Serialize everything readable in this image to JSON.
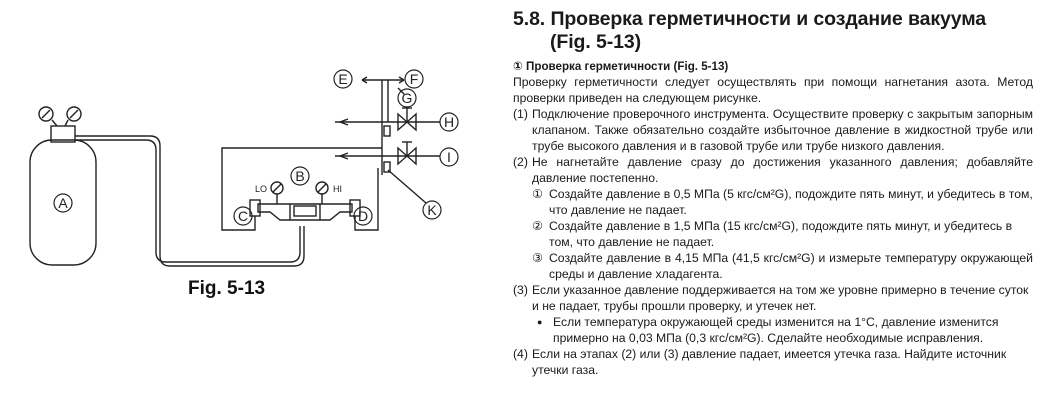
{
  "figure": {
    "caption": "Fig. 5-13",
    "markers": {
      "cylinder": "A",
      "manifold": "B",
      "left_hose": "C",
      "right_hose": "D",
      "arrow_left": "E",
      "arrow_right": "F",
      "valve": "G",
      "pipe_upper": "H",
      "pipe_lower": "I",
      "junction": "K"
    },
    "gauge_lo": "LO",
    "gauge_hi": "HI"
  },
  "section": {
    "title_line1": "5.8. Проверка герметичности и создание вакуума",
    "title_line2": "(Fig. 5-13)",
    "subtitle": "① Проверка герметичности (Fig. 5-13)",
    "intro": "Проверку герметичности следует осуществлять при помощи нагнетания азота. Метод проверки приведен на следующем рисунке.",
    "items": [
      {
        "num": "(1)",
        "text": "Подключение проверочного инструмента. Осуществите проверку с закрытым запорным клапаном. Также обязательно создайте избыточное давление в жидкостной трубе или трубе высокого давления и в газовой трубе или трубе низкого давления."
      },
      {
        "num": "(2)",
        "text": "Не нагнетайте давление сразу до достижения указанного давления; добавляйте давление постепенно."
      }
    ],
    "steps": [
      {
        "mark": "①",
        "text": "Создайте давление в 0,5 МПа (5 кгс/см²G), подождите пять минут, и убедитесь в том, что давление не падает."
      },
      {
        "mark": "②",
        "text": "Создайте давление в 1,5 МПа (15 кгс/см²G), подождите пять минут, и убедитесь в том, что давление не падает."
      },
      {
        "mark": "③",
        "text": "Создайте давление в 4,15 МПа (41,5 кгс/см²G) и измерьте температуру окружающей среды и давление хладагента."
      }
    ],
    "item3": {
      "num": "(3)",
      "text": "Если указанное давление поддерживается на том же уровне примерно в течение суток и не падает, трубы прошли проверку, и утечек нет."
    },
    "bullet": {
      "mark": "●",
      "text": "Если температура окружающей среды изменится на 1°C, давление изменится примерно на 0,03 МПа (0,3 кгс/см²G). Сделайте необходимые исправления."
    },
    "item4": {
      "num": "(4)",
      "text": "Если на этапах (2) или (3) давление падает, имеется утечка газа. Найдите источник утечки газа."
    }
  }
}
